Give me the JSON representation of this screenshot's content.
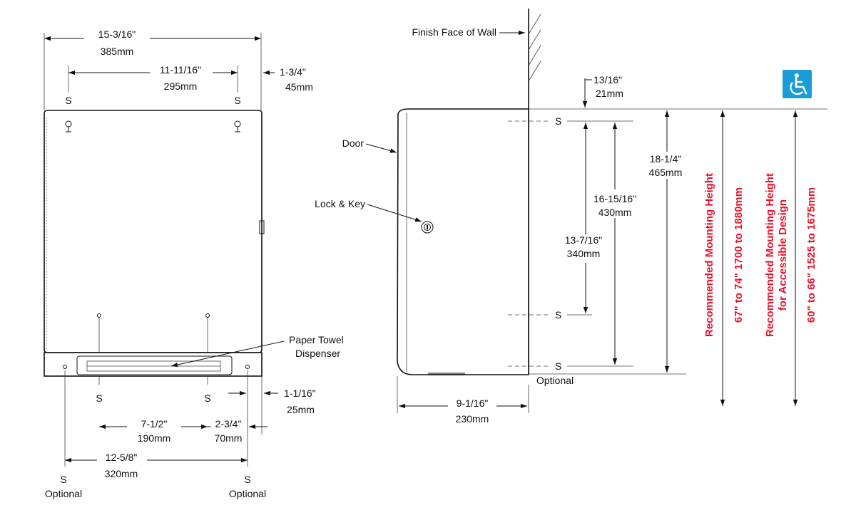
{
  "colors": {
    "accent": "#e8122a",
    "accessible_badge": "#1a9cd8",
    "line": "#111111"
  },
  "front_view": {
    "overall_width": {
      "in": "15-3/16\"",
      "mm": "385mm"
    },
    "top_hole_spacing": {
      "in": "11-11/16\"",
      "mm": "295mm"
    },
    "top_side_offset": {
      "in": "1-3/4\"",
      "mm": "45mm"
    },
    "bottom_side_offset": {
      "in": "1-1/16\"",
      "mm": "25mm"
    },
    "bottom_hole_spacing": {
      "in": "7-1/2\"",
      "mm": "190mm"
    },
    "bottom_edge_offset": {
      "in": "2-3/4\"",
      "mm": "70mm"
    },
    "optional_hole_spacing": {
      "in": "12-5/8\"",
      "mm": "320mm"
    },
    "hole_label": "S",
    "optional_label": "Optional",
    "product_label_line1": "Paper Towel",
    "product_label_line2": "Dispenser"
  },
  "side_view": {
    "wall_label": "Finish Face of Wall",
    "door_label": "Door",
    "lock_label": "Lock & Key",
    "top_offset": {
      "in": "13/16\"",
      "mm": "21mm"
    },
    "overall_height": {
      "in": "18-1/4\"",
      "mm": "465mm"
    },
    "optional_hole_height": {
      "in": "16-15/16\"",
      "mm": "430mm"
    },
    "hole_height": {
      "in": "13-7/16\"",
      "mm": "340mm"
    },
    "depth": {
      "in": "9-1/16\"",
      "mm": "230mm"
    },
    "hole_label": "S",
    "optional_label": "Optional"
  },
  "mounting": {
    "recommended_label": "Recommended Mounting Height",
    "recommended_range": "67\" to 74\" 1700 to 1880mm",
    "accessible_label_line1": "Recommended Mounting Height",
    "accessible_label_line2": "for Accessible Design",
    "accessible_range": "60\" to 66\" 1525 to 1675mm",
    "accessible_icon": "wheelchair-icon"
  }
}
